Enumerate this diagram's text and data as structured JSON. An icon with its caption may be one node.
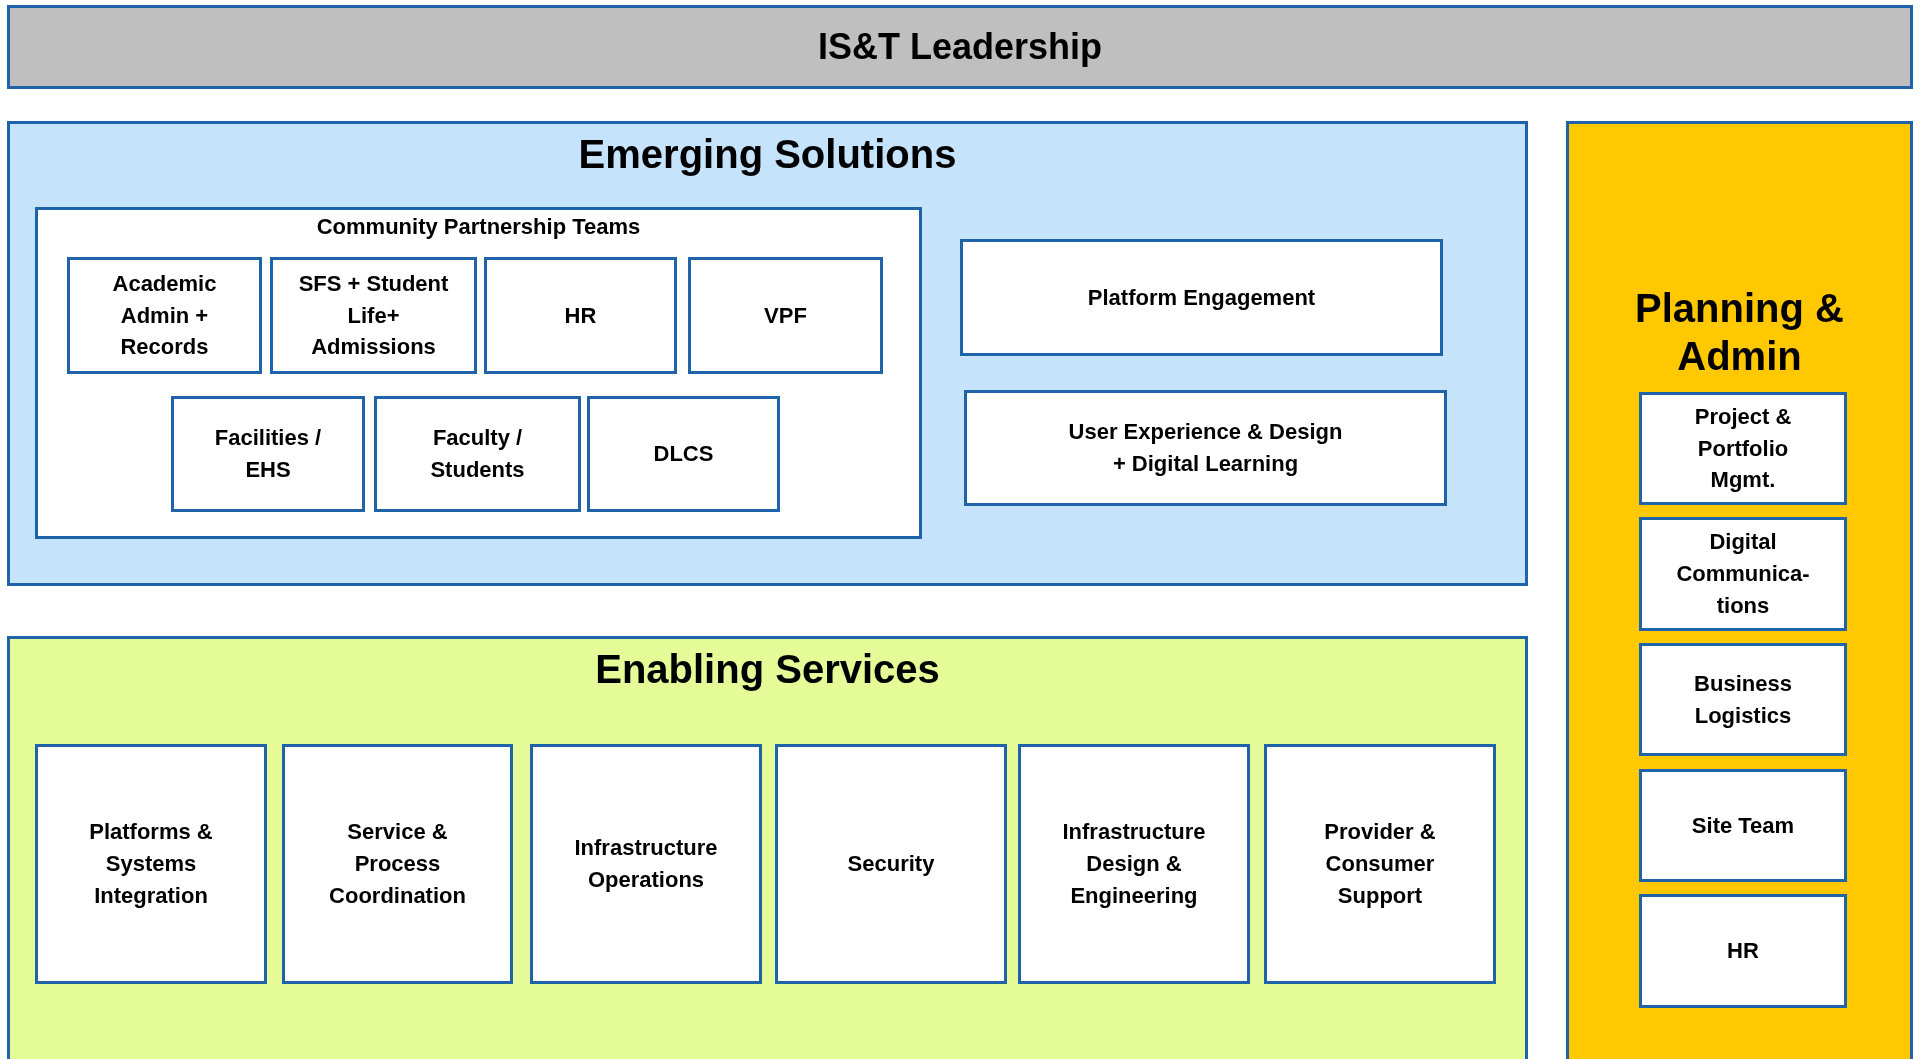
{
  "diagram": {
    "nodes": [
      {
        "text": [
          "IS&T Leadership"
        ]
      },
      {
        "text": [
          "Emerging Solutions"
        ]
      },
      {
        "text": [
          "Community Partnership Teams"
        ],
        "in": 1
      },
      {
        "text": [
          "Academic Admin + Records"
        ],
        "in": 2
      },
      {
        "text": [
          "SFS + Student Life+ Admissions"
        ],
        "in": 2
      },
      {
        "text": [
          "HR"
        ],
        "in": 2
      },
      {
        "text": [
          "VPF"
        ],
        "in": 2
      },
      {
        "text": [
          "Facilities / EHS"
        ],
        "in": 2
      },
      {
        "text": [
          "Faculty / Students"
        ],
        "in": 2
      },
      {
        "text": [
          "DLCS"
        ],
        "in": 2
      },
      {
        "text": [
          "Platform Engagement"
        ],
        "in": 1
      },
      {
        "text": [
          "User Experience & Design + Digital Learning"
        ],
        "in": 1
      },
      {
        "text": [
          "Enabling Services"
        ]
      },
      {
        "text": [
          "Platforms & Systems Integration"
        ],
        "in": 12
      },
      {
        "text": [
          "Service & Process Coordination"
        ],
        "in": 12
      },
      {
        "text": [
          "Infrastructure Operations"
        ],
        "in": 12
      },
      {
        "text": [
          "Security"
        ],
        "in": 12
      },
      {
        "text": [
          "Infrastructure Design & Engineering"
        ],
        "in": 12
      },
      {
        "text": [
          "Provider & Consumer Support"
        ],
        "in": 12
      },
      {
        "text": [
          "Planning & Admin"
        ]
      },
      {
        "text": [
          "Project & Portfolio Mgmt."
        ],
        "in": 19
      },
      {
        "text": [
          "Digital Communica- tions"
        ],
        "in": 19
      },
      {
        "text": [
          "Business Logistics"
        ],
        "in": 19
      },
      {
        "text": [
          "Site Team"
        ],
        "in": 19
      },
      {
        "text": [
          "HR"
        ],
        "in": 19
      }
    ]
  }
}
